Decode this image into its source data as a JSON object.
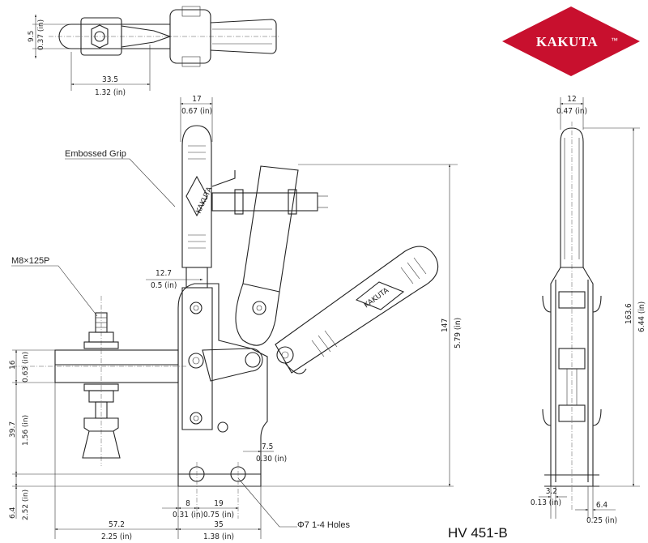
{
  "brand": {
    "name": "KAKUTA",
    "trademark": "™",
    "color": "#c8102e"
  },
  "model": "HV 451-B",
  "labels": {
    "grip": "Embossed Grip",
    "thread": "M8×125P",
    "holes": "Φ7 1-4 Holes",
    "grip_emboss": "KAKUTA"
  },
  "dims": {
    "top_h_mm": "9.5",
    "top_h_in": "0.37 (in)",
    "top_w_mm": "33.5",
    "top_w_in": "1.32 (in)",
    "handle_w_mm": "17",
    "handle_w_in": "0.67 (in)",
    "off_mm": "12.7",
    "off_in": "0.5 (in)",
    "total_h_mm": "147",
    "total_h_in": "5.79 (in)",
    "arm_t_mm": "16",
    "arm_t_in": "0.63 (in)",
    "arm_h_mm": "39.7",
    "arm_h_in": "1.56 (in)",
    "base_t_mm": "6.4",
    "base_t_in": "2.52 (in)",
    "reach_mm": "57.2",
    "reach_in": "2.25 (in)",
    "base_w_mm": "35",
    "base_w_in": "1.38 (in)",
    "hole_a_mm": "8",
    "hole_a_in": "0.31 (in)",
    "hole_b_mm": "19",
    "hole_b_in": "0.75 (in)",
    "edge_mm": "7.5",
    "edge_in": "0.30 (in)",
    "side_w_mm": "12",
    "side_w_in": "0.47 (in)",
    "side_h_mm": "163.6",
    "side_h_in": "6.44 (in)",
    "side_a_mm": "3.2",
    "side_a_in": "0.13 (in)",
    "side_b_mm": "6.4",
    "side_b_in": "0.25 (in)"
  }
}
